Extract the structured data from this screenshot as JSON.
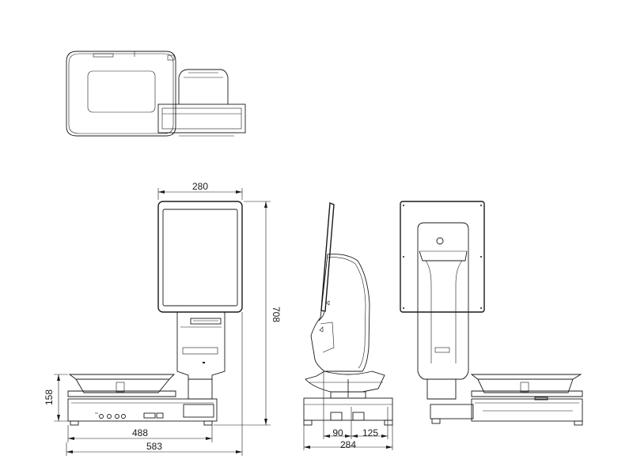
{
  "dimensions": {
    "display_width": "280",
    "overall_height": "708",
    "platter_height": "158",
    "base_width": "488",
    "overall_width": "583",
    "side_front": "90",
    "side_rear": "125",
    "side_depth": "284"
  },
  "colors": {
    "line": "#1a1a1a",
    "background": "#ffffff"
  }
}
